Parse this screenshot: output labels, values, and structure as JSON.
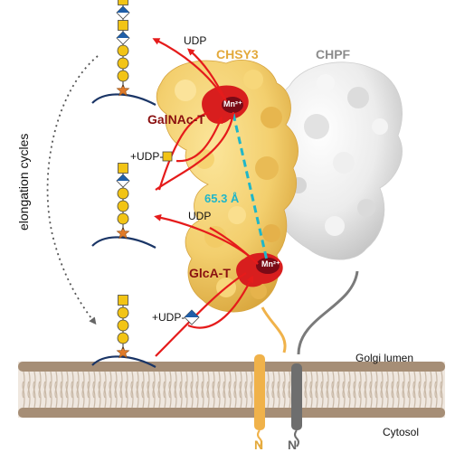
{
  "labels": {
    "chsy3": "CHSY3",
    "chpf": "CHPF",
    "udp_top": "UDP",
    "udp_mid": "UDP",
    "udp_galnac": "+UDP-",
    "udp_glca": "+UDP-",
    "galnac_t": "GalNAc-T",
    "glca_t": "GlcA-T",
    "mn_top": "Mn²⁺",
    "mn_bottom": "Mn²⁺",
    "distance": "65.3 Å",
    "elongation": "elongation cycles",
    "golgi_lumen": "Golgi lumen",
    "cytosol": "Cytosol",
    "n_chsy3": "N",
    "n_chpf": "N"
  },
  "colors": {
    "chsy3": "#f3cf6e",
    "chsy3_dark": "#e3a93b",
    "chpf": "#e9e9e9",
    "chpf_dark": "#bdbdbd",
    "active_site": "#d81e1e",
    "mn_ion": "#7a0a16",
    "arrow": "#e51b1b",
    "distance_line": "#1fb6c9",
    "galnac_square": "#f2c415",
    "glca_diamond_blue": "#1f5ea8",
    "glca_diamond_white": "#ffffff",
    "gal_circle": "#f2c415",
    "xyl_star": "#e07b2a",
    "chain_line": "#1a3566",
    "membrane_head": "#a68e76",
    "membrane_tail": "#d6c7b8"
  },
  "icons": [
    "galnac-square-icon",
    "glca-diamond-icon",
    "galactose-circle-icon",
    "xylose-star-icon"
  ]
}
